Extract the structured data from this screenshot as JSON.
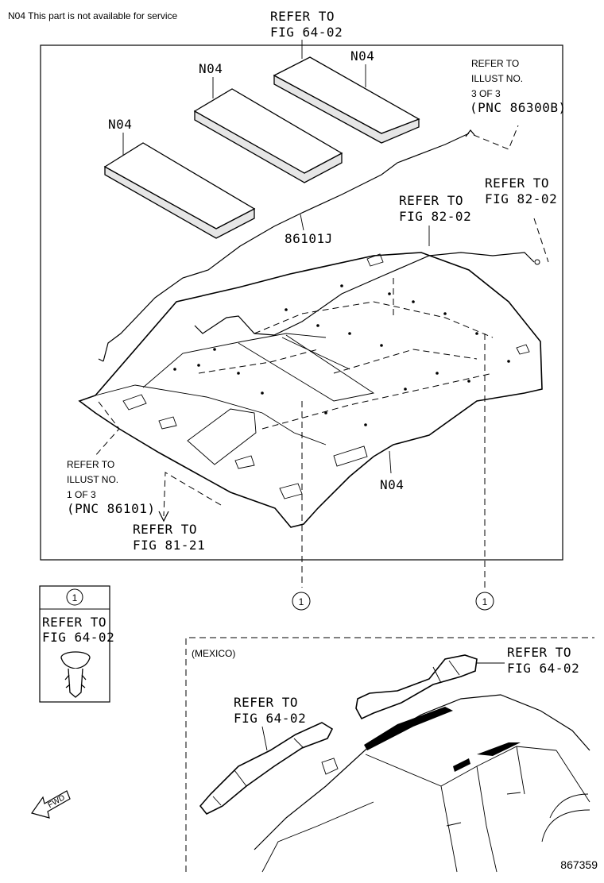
{
  "note": "N04 This part is not available for service",
  "labels": {
    "top_refer_1": "REFER TO",
    "top_refer_2": "FIG 64-02",
    "n04_a": "N04",
    "n04_b": "N04",
    "n04_c": "N04",
    "n04_d": "N04",
    "illust3_1": "REFER TO",
    "illust3_2": "ILLUST NO.",
    "illust3_3": "3 OF 3",
    "illust3_4": "(PNC 86300B)",
    "fig8202a_1": "REFER TO",
    "fig8202a_2": "FIG 82-02",
    "fig8202b_1": "REFER TO",
    "fig8202b_2": "FIG 82-02",
    "part_number": "86101J",
    "illust1_1": "REFER TO",
    "illust1_2": "ILLUST NO.",
    "illust1_3": "1 OF 3",
    "illust1_4": "(PNC 86101)",
    "fig8121_1": "REFER TO",
    "fig8121_2": "FIG 81-21",
    "callout_1": "1",
    "callout_2": "1",
    "callout_3": "1",
    "clip_refer_1": "REFER TO",
    "clip_refer_2": "FIG 64-02",
    "mexico": "(MEXICO)",
    "mex_right_1": "REFER TO",
    "mex_right_2": "FIG 64-02",
    "mex_left_1": "REFER TO",
    "mex_left_2": "FIG 64-02",
    "fwd": "FWD",
    "drawing_number": "867359"
  }
}
